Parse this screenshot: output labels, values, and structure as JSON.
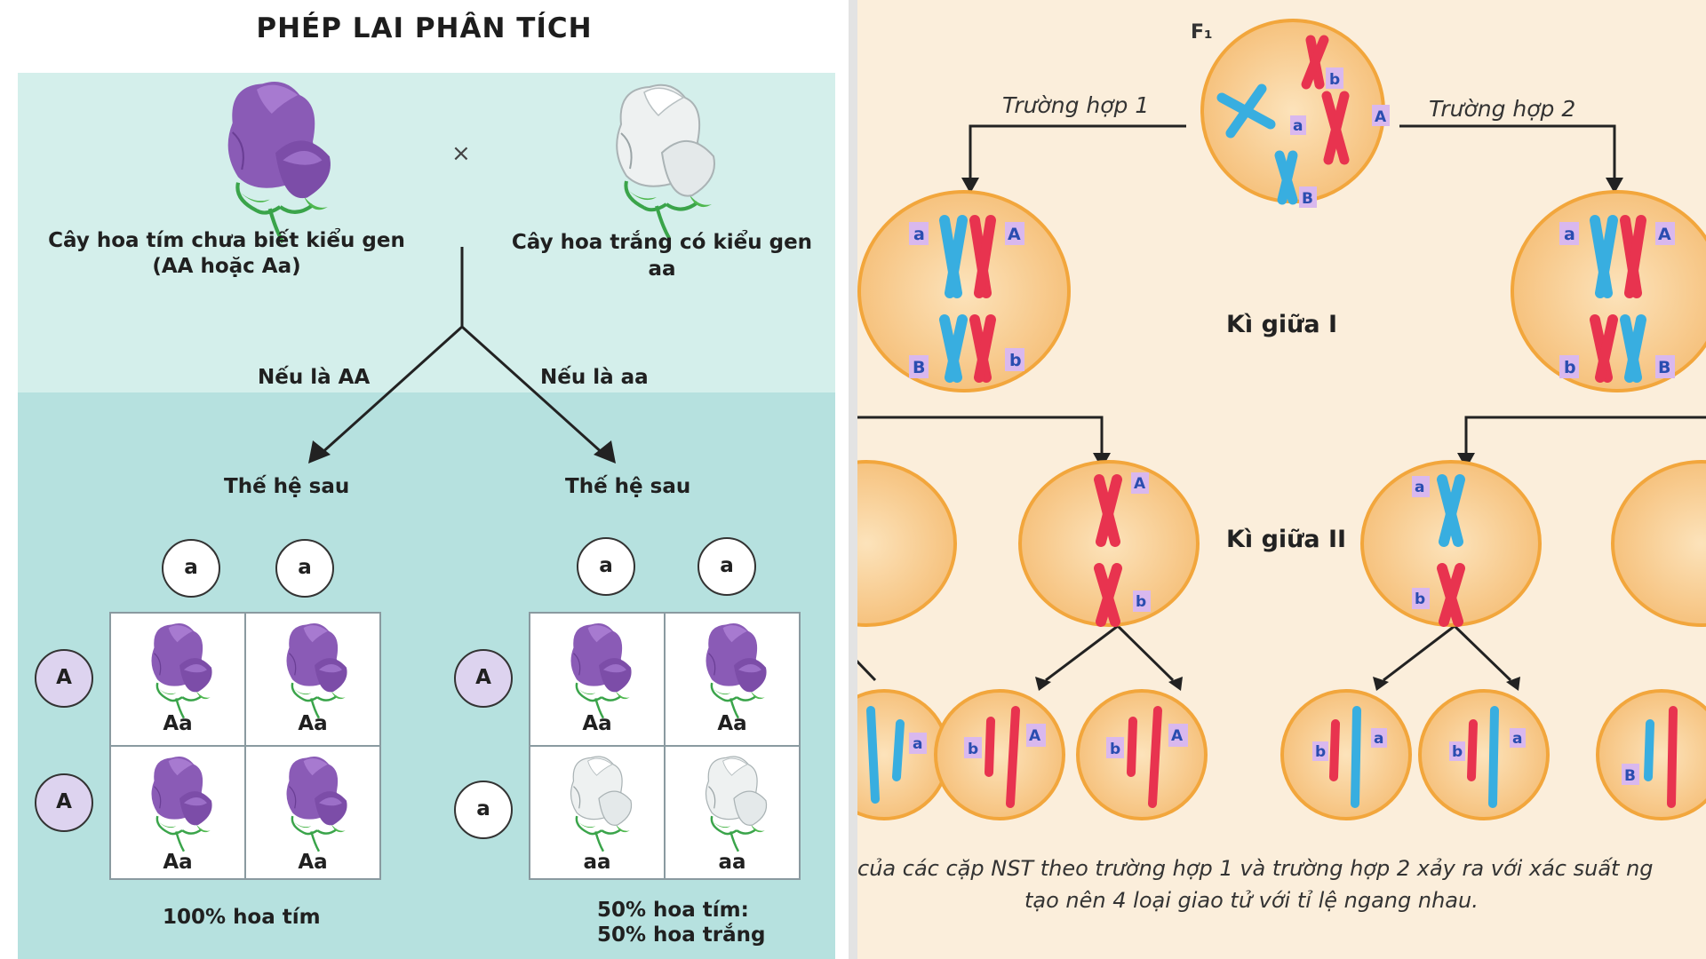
{
  "left_panel": {
    "title": "PHÉP LAI PHÂN TÍCH",
    "cross_symbol": "×",
    "parent_purple_line1": "Cây hoa tím chưa biết kiểu gen",
    "parent_purple_line2": "(AA hoặc Aa)",
    "parent_white_line1": "Cây hoa trắng có kiểu gen",
    "parent_white_line2": "aa",
    "branch_left": "Nếu là AA",
    "branch_right": "Nếu là aa",
    "gen_left": "Thế hệ sau",
    "gen_right": "Thế hệ sau",
    "punnett_left": {
      "top_alleles": [
        "a",
        "a"
      ],
      "side_alleles": [
        "A",
        "A"
      ],
      "cells": [
        "Aa",
        "Aa",
        "Aa",
        "Aa"
      ],
      "result": "100% hoa tím"
    },
    "punnett_right": {
      "top_alleles": [
        "a",
        "a"
      ],
      "side_alleles": [
        "A",
        "a"
      ],
      "cells": [
        "Aa",
        "Aa",
        "aa",
        "aa"
      ],
      "result_line1": "50% hoa tím:",
      "result_line2": "50% hoa trắng"
    },
    "colors": {
      "panel_light": "#d4efeb",
      "panel_dark": "#b6e1df",
      "purple_flower": "#8c5cb8",
      "white_flower": "#eef1f1",
      "purple_allele": "#ddd3ef"
    }
  },
  "right_panel": {
    "f1_label": "F₁",
    "case1": "Trường hợp 1",
    "case2": "Trường hợp 2",
    "metaphase1": "Kì giữa I",
    "metaphase2": "Kì giữa II",
    "caption_line1": "của các cặp NST theo trường hợp 1 và trường hợp 2 xảy ra với xác suất ng",
    "caption_line2": "tạo nên 4 loại giao tử với tỉ lệ ngang nhau.",
    "colors": {
      "cell_fill": "#f7c98f",
      "cell_border": "#f2a63c",
      "chromosome_red": "#e8334f",
      "chromosome_blue": "#38aee0",
      "allele_box": "#d9b8ee"
    }
  }
}
